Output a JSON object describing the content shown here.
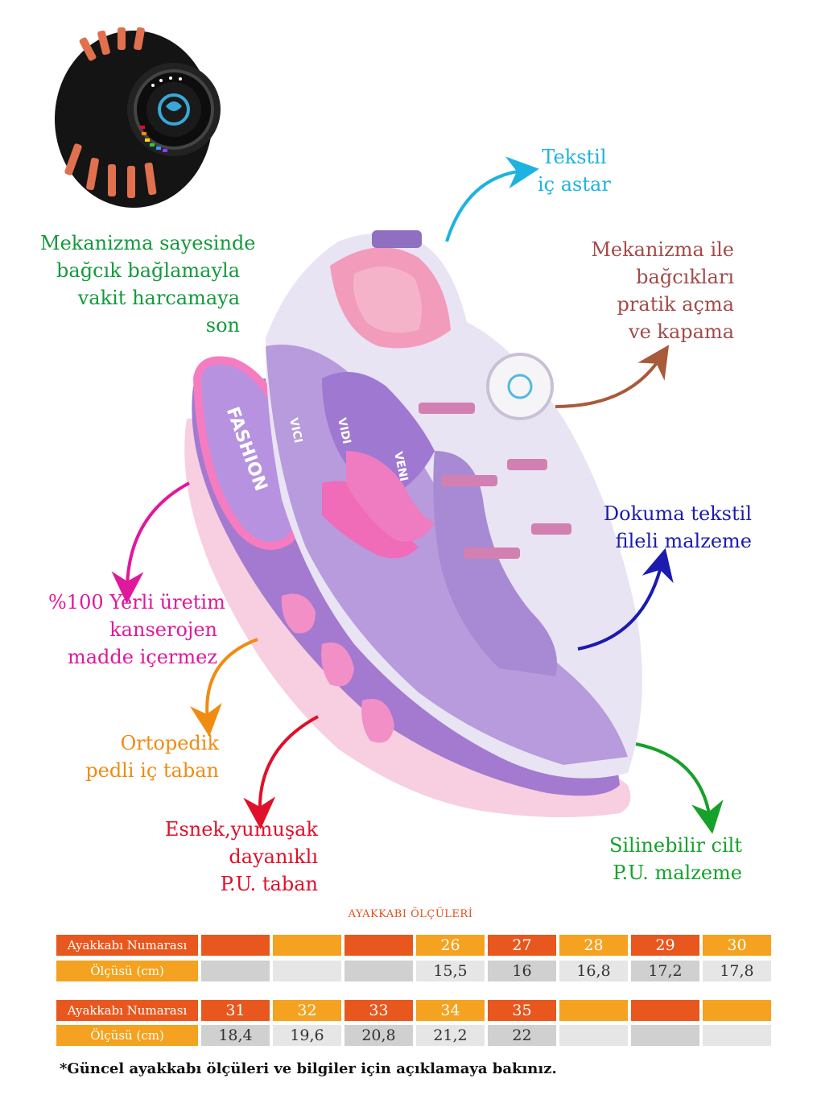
{
  "colors": {
    "cyan": "#1db3e0",
    "green": "#139a3b",
    "brown": "#a34a4a",
    "magenta": "#e0189b",
    "blue": "#1b1bb0",
    "orange": "#f08c12",
    "red": "#e0102a",
    "green2": "#16a12a",
    "table_orange_dark": "#e8571d",
    "table_orange_light": "#f4a21f",
    "table_gray": "#d8d8d8",
    "shoe_purple": "#9b74c8",
    "shoe_lavender": "#cbb7e6",
    "shoe_pink": "#f07fbf"
  },
  "features": {
    "tekstil": {
      "lines": [
        "Tekstil",
        "iç astar"
      ]
    },
    "mekanizma_left": {
      "lines": [
        "Mekanizma sayesinde",
        "bağcık bağlamayla",
        "vakit harcamaya",
        "son"
      ]
    },
    "mekanizma_right": {
      "lines": [
        "Mekanizma ile",
        "bağcıkları",
        "pratik açma",
        "ve kapama"
      ]
    },
    "dokuma": {
      "lines": [
        "Dokuma tekstil",
        "fileli malzeme"
      ]
    },
    "yerli": {
      "lines": [
        "%100 Yerli üretim",
        "kanserojen",
        "madde içermez"
      ]
    },
    "ortopedik": {
      "lines": [
        "Ortopedik",
        "pedli iç taban"
      ]
    },
    "esnek": {
      "lines": [
        "Esnek,yumuşak",
        "dayanıklı",
        "P.U. taban"
      ]
    },
    "silinebilir": {
      "lines": [
        "Silinebilir cilt",
        "P.U. malzeme"
      ]
    }
  },
  "shoe_print": {
    "brand": "FASHION",
    "words": [
      "VICI",
      "VIDI",
      "VENI"
    ]
  },
  "size_table": {
    "title": "AYAKKABI ÖLÇÜLERİ",
    "row_label_number": "Ayakkabı Numarası",
    "row_label_size": "Ölçüsü (cm)",
    "block1": {
      "numbers": [
        "",
        "",
        "",
        "26",
        "27",
        "28",
        "29",
        "30"
      ],
      "sizes": [
        "",
        "",
        "",
        "15,5",
        "16",
        "16,8",
        "17,2",
        "17,8"
      ]
    },
    "block2": {
      "numbers": [
        "31",
        "32",
        "33",
        "34",
        "35",
        "",
        "",
        ""
      ],
      "sizes": [
        "18,4",
        "19,6",
        "20,8",
        "21,2",
        "22",
        "",
        "",
        ""
      ]
    }
  },
  "footnote": "*Güncel ayakkabı ölçüleri ve bilgiler için açıklamaya bakınız."
}
